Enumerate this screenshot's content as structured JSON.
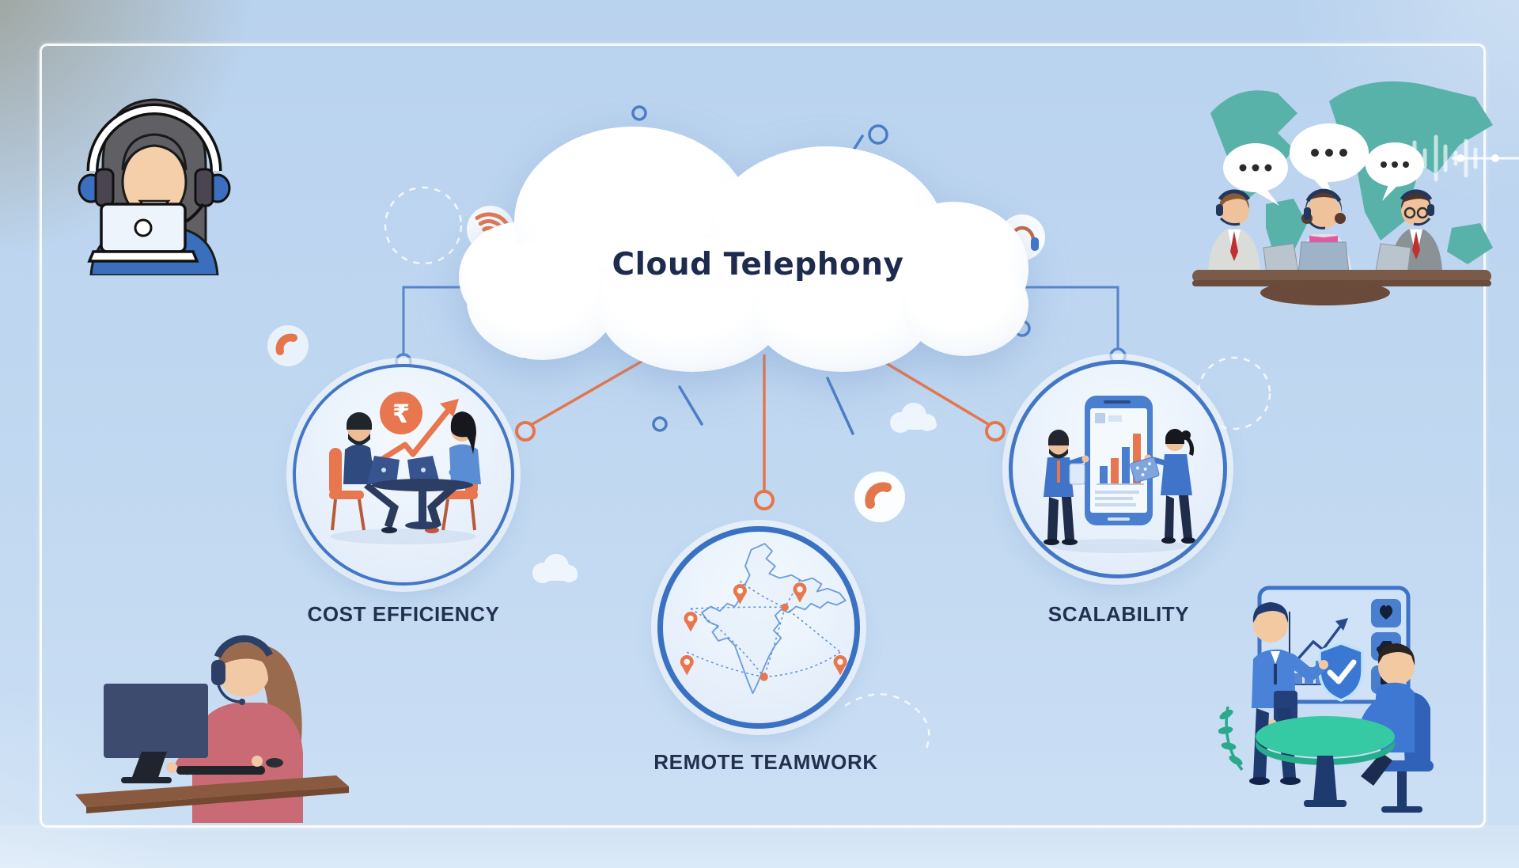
{
  "cloud": {
    "title": "Cloud Telephony"
  },
  "branches": [
    {
      "id": "cost-efficiency",
      "label": "COST EFFICIENCY",
      "connector_color": "#5585c9",
      "icon": "rupee-coin-growth-arrow"
    },
    {
      "id": "remote-teamwork",
      "label": "REMOTE TEAMWORK",
      "connector_color": "#e4764c",
      "icon": "india-map-location-pins"
    },
    {
      "id": "scalability",
      "label": "SCALABILITY",
      "connector_color": "#5585c9",
      "icon": "smartphone-bar-chart"
    }
  ],
  "floating_icons": [
    "wifi-icon",
    "phone-handset-icon",
    "headset-icon",
    "phone-handset-icon"
  ],
  "corner_illustrations": {
    "top_left": "customer-support-agent-with-laptop",
    "top_right": "call-center-team-world-map-chat-bubbles",
    "bottom_left": "remote-agent-working-at-desk",
    "bottom_right": "advisor-presenting-dashboard-to-client"
  },
  "colors": {
    "background": "#c0d7f0",
    "text_navy": "#1e2b4e",
    "connector_blue": "#5585c9",
    "connector_orange": "#e4764c",
    "node_border_blue": "#4377c5",
    "map_teal": "#58b2aa"
  }
}
